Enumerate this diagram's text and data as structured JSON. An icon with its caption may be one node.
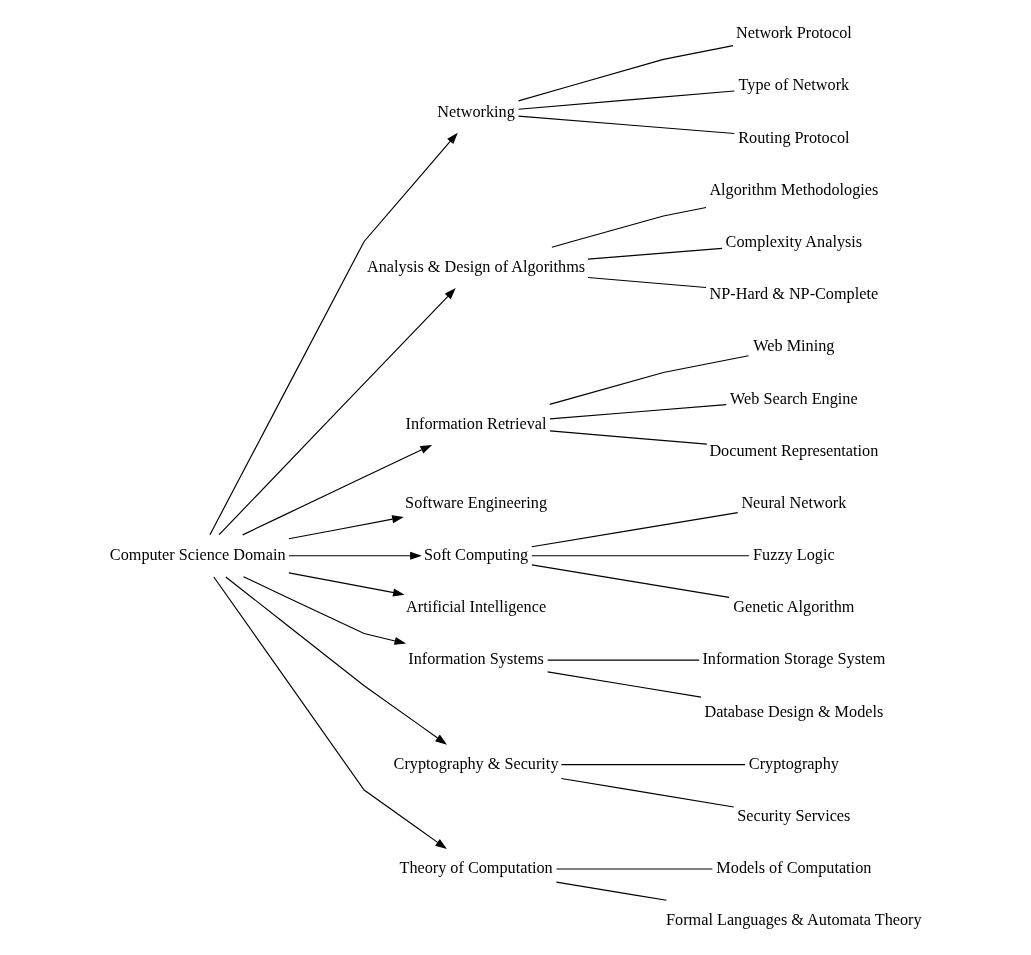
{
  "diagram": {
    "nodes": [
      {
        "text": [
          "Computer Science Domain"
        ]
      },
      {
        "text": [
          "Networking"
        ]
      },
      {
        "text": [
          "Network Protocol"
        ]
      },
      {
        "text": [
          "Type of Network"
        ]
      },
      {
        "text": [
          "Routing Protocol"
        ]
      },
      {
        "text": [
          "Analysis & Design of Algorithms"
        ]
      },
      {
        "text": [
          "Algorithm Methodologies"
        ]
      },
      {
        "text": [
          "Complexity Analysis"
        ]
      },
      {
        "text": [
          "NP-Hard & NP-Complete"
        ]
      },
      {
        "text": [
          "Information Retrieval"
        ]
      },
      {
        "text": [
          "Web Mining"
        ]
      },
      {
        "text": [
          "Web Search Engine"
        ]
      },
      {
        "text": [
          "Document Representation"
        ]
      },
      {
        "text": [
          "Software Engineering"
        ]
      },
      {
        "text": [
          "Soft Computing"
        ]
      },
      {
        "text": [
          "Neural Network"
        ]
      },
      {
        "text": [
          "Fuzzy Logic"
        ]
      },
      {
        "text": [
          "Genetic Algorithm"
        ]
      },
      {
        "text": [
          "Artificial Intelligence"
        ]
      },
      {
        "text": [
          "Information Systems"
        ]
      },
      {
        "text": [
          "Information Storage System"
        ]
      },
      {
        "text": [
          "Database Design & Models"
        ]
      },
      {
        "text": [
          "Cryptography & Security"
        ]
      },
      {
        "text": [
          "Cryptography"
        ]
      },
      {
        "text": [
          "Security Services"
        ]
      },
      {
        "text": [
          "Theory of Computation"
        ]
      },
      {
        "text": [
          "Models of Computation"
        ]
      },
      {
        "text": [
          "Formal Languages & Automata Theory"
        ]
      }
    ],
    "edges": [
      {
        "from": 0,
        "to": 1,
        "arrow": "to"
      },
      {
        "from": 1,
        "to": 2,
        "arrow": "none"
      },
      {
        "from": 1,
        "to": 3,
        "arrow": "none"
      },
      {
        "from": 1,
        "to": 4,
        "arrow": "none"
      },
      {
        "from": 0,
        "to": 5,
        "arrow": "to"
      },
      {
        "from": 5,
        "to": 6,
        "arrow": "none"
      },
      {
        "from": 5,
        "to": 7,
        "arrow": "none"
      },
      {
        "from": 5,
        "to": 8,
        "arrow": "none"
      },
      {
        "from": 0,
        "to": 9,
        "arrow": "to"
      },
      {
        "from": 9,
        "to": 10,
        "arrow": "none"
      },
      {
        "from": 9,
        "to": 11,
        "arrow": "none"
      },
      {
        "from": 9,
        "to": 12,
        "arrow": "none"
      },
      {
        "from": 0,
        "to": 13,
        "arrow": "to"
      },
      {
        "from": 0,
        "to": 14,
        "arrow": "to"
      },
      {
        "from": 14,
        "to": 15,
        "arrow": "none"
      },
      {
        "from": 14,
        "to": 16,
        "arrow": "none"
      },
      {
        "from": 14,
        "to": 17,
        "arrow": "none"
      },
      {
        "from": 0,
        "to": 18,
        "arrow": "to"
      },
      {
        "from": 0,
        "to": 19,
        "arrow": "to"
      },
      {
        "from": 19,
        "to": 20,
        "arrow": "none"
      },
      {
        "from": 19,
        "to": 21,
        "arrow": "none"
      },
      {
        "from": 0,
        "to": 22,
        "arrow": "to"
      },
      {
        "from": 22,
        "to": 23,
        "arrow": "none"
      },
      {
        "from": 22,
        "to": 24,
        "arrow": "none"
      },
      {
        "from": 0,
        "to": 25,
        "arrow": "to"
      },
      {
        "from": 25,
        "to": 26,
        "arrow": "none"
      },
      {
        "from": 25,
        "to": 27,
        "arrow": "none"
      }
    ]
  }
}
